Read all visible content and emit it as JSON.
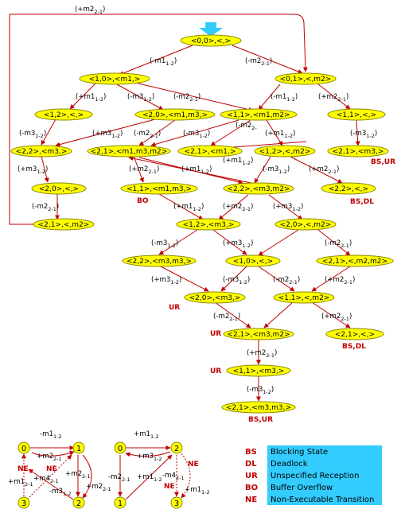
{
  "nodes": {
    "n0": "<0,0>,<,>",
    "n1": "<1,0>,<m1,>",
    "n2": "<0,1>,<,m2>",
    "n3": "<1,2>,<,>",
    "n4": "<2,0>,<m1,m3,>",
    "n5": "<1,1>,<m1,m2>",
    "n6": "<1,1>,<,>",
    "n7": "<2,2>,<m3,>",
    "n8": "<2,1>,<m1,m3,m2>",
    "n9": "<2,1>,<m1,>",
    "n10": "<1,2>,<,m2>",
    "n11": "<2,1>,<m3,>",
    "n12": "<2,0>,<,>",
    "n13": "<1,1>,<m1,m3,>",
    "n14": "<2,2>,<m3,m2>",
    "n15": "<2,2>,<,>",
    "n16": "<2,1>,<,m2>",
    "n17": "<1,2>,<m3,>",
    "n18": "<2,0>,<,m2>",
    "n19": "<2,2>,<m3,m3,>",
    "n20": "<1,0>,<,>",
    "n21": "<2,1>,<,m2,m2>",
    "n22": "<2,0>,<m3,>",
    "n23": "<1,1>,<,m2>",
    "n24": "<2,1>,<m3,m2>",
    "n25": "<2,1>,<,>",
    "n26": "<1,1>,<m3,>",
    "n27": "<2,1>,<m3,m3,>"
  },
  "edge_labels": {
    "e_top": "(+m2",
    "e_top_s": "2-1",
    "e_top_e": ")",
    "a1": "(-m1",
    "a1s": "1-2",
    "a2": "(-m2",
    "a2s": "2-1",
    "b1": "(+m1",
    "b1s": "1-2",
    "b2": "(-m3",
    "b2s": "1-2",
    "b3": "(-m2",
    "b3s": "2-1",
    "b4": "(-m1",
    "b4s": "1-2",
    "b5": "(+m2",
    "b5s": "2-1",
    "c1": "(-m3",
    "c1s": "1-2",
    "c2": "(+m3",
    "c2s": "1-2",
    "c3": "(-m2",
    "c3s": "2-1",
    "c4": "(-m3",
    "c4s": "1-2",
    "c5": "(+m1",
    "c5s": "1-2",
    "c6": "(-m3",
    "c6s": "1-2",
    "c7": "(-m2",
    "c7s": "2-",
    "d1": "(+m3",
    "d1s": "1-2",
    "d2": "(+m2",
    "d2s": "2-1",
    "d3": "(+m1",
    "d3s": "1-2",
    "d4": "(-m3",
    "d4s": "1-2",
    "d5": "(+m2",
    "d5s": "2-1",
    "d6": "(+m1",
    "d6s": "1-2",
    "f1": "(-m2",
    "f1s": "2-1",
    "f2": "(+m1",
    "f2s": "1-2",
    "f3": "(+m2",
    "f3s": "2-1",
    "f4": "(+m3",
    "f4s": "1-2",
    "g1": "(-m3",
    "g1s": "1-2",
    "g2": "(+m3",
    "g2s": "1-2",
    "g3": "(-m2",
    "g3s": "2-1",
    "h1": "(+m3",
    "h1s": "1-2",
    "h2": "(-m3",
    "h2s": "1-2",
    "h3": "(-m2",
    "h3s": "2-1",
    "h4": "(+m2",
    "h4s": "2-1",
    "i1": "(-m2",
    "i1s": "2-1",
    "i2": "(+m2",
    "i2s": "2-1",
    "j1": "(+m2",
    "j1s": "2-1",
    "k1": "(-m3",
    "k1s": "1-2"
  },
  "state_tags": {
    "bsur1": "BS,UR",
    "bo": "BO",
    "bsdl1": "BS,DL",
    "ur1": "UR",
    "ur2": "UR",
    "bsdl2": "BS,DL",
    "ur3": "UR",
    "bsur2": "BS,UR"
  },
  "mini": {
    "m_0a": "0",
    "m_1a": "1",
    "m_2a": "2",
    "m_3a": "3",
    "m_0b": "0",
    "m_1b": "1",
    "m_2b": "2",
    "m_3b": "3",
    "l1": "-m1",
    "l1s": "1-2",
    "l2": "+m2",
    "l2s": "2-1",
    "l3": "+m2",
    "l3s": "2-1",
    "l4": "+m2",
    "l4s": "2-1",
    "l5": "-m3",
    "l5s": "1-2",
    "l6": "+m1",
    "l6s": "2-1",
    "l7": "+m4",
    "l7s": "2-1",
    "r1": "+m1",
    "r1s": "1-2",
    "r2": "+m3",
    "r2s": "1-2",
    "r3": "-m2",
    "r3s": "2-1",
    "r4": "+m1",
    "r4s": "1-2",
    "r5": "-m4",
    "r5s": "2-1",
    "r6": "+m1",
    "r6s": "1-2",
    "ne1": "NE",
    "ne2": "NE",
    "ne3": "NE",
    "ne4": "NE"
  },
  "legend": [
    {
      "abbr": "BS",
      "desc": "Blocking State"
    },
    {
      "abbr": "DL",
      "desc": "Deadlock"
    },
    {
      "abbr": "UR",
      "desc": "Unspecified Reception"
    },
    {
      "abbr": "BO",
      "desc": "Buffer Overflow"
    },
    {
      "abbr": "NE",
      "desc": "Non-Executable Transition"
    }
  ],
  "colors": {
    "node_fill": "#ffff00",
    "edge": "#c00000",
    "tag": "#c00000",
    "legend_box": "#33ccff"
  }
}
